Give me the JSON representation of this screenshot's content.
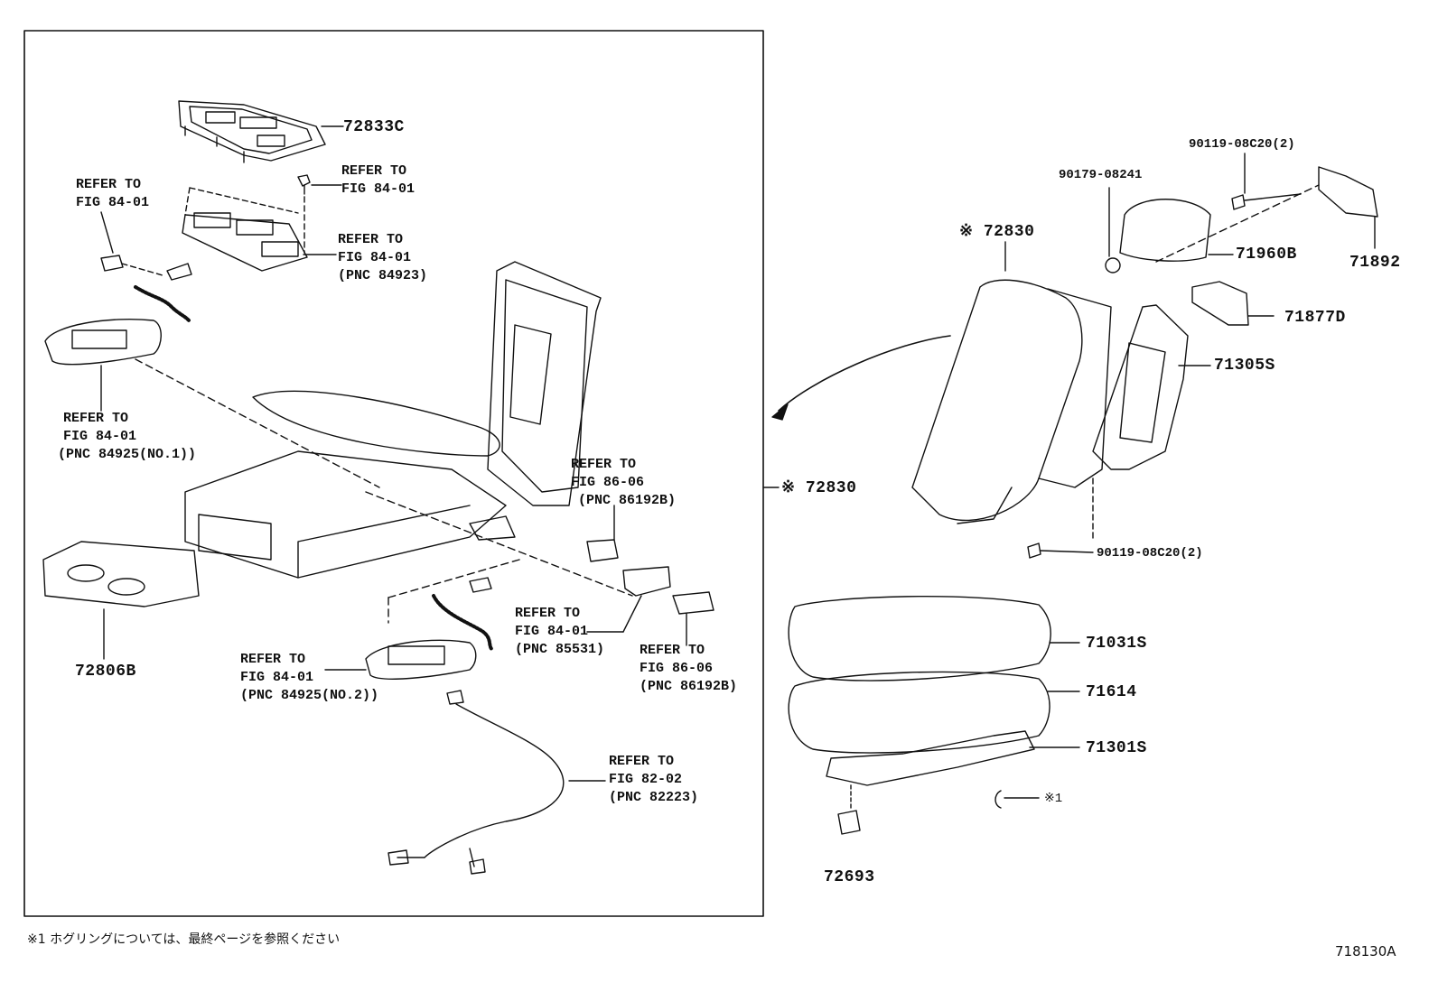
{
  "parts": {
    "p72833c": "72833C",
    "p72806b": "72806B",
    "p72830_center": "※ 72830",
    "p72830_right": "※ 72830",
    "p90179": "90179-08241",
    "p90119_top": "90119-08C20(2)",
    "p71960b": "71960B",
    "p71892": "71892",
    "p71877d": "71877D",
    "p71305s": "71305S",
    "p90119_bottom": "90119-08C20(2)",
    "p71031s": "71031S",
    "p71614": "71614",
    "p71301s": "71301S",
    "hogring": "※1",
    "p72693": "72693"
  },
  "refs": {
    "r1": [
      "REFER TO",
      "FIG 84-01"
    ],
    "r2": [
      "REFER TO",
      "FIG 84-01"
    ],
    "r3": [
      "REFER TO",
      "FIG 84-01",
      "(PNC 84923)"
    ],
    "r4": [
      "REFER TO",
      "FIG 84-01",
      "(PNC 84925(NO.1))"
    ],
    "r5": [
      "REFER TO",
      "FIG 86-06",
      "(PNC 86192B)"
    ],
    "r6": [
      "REFER TO",
      "FIG 84-01",
      "(PNC 85531)"
    ],
    "r7": [
      "REFER TO",
      "FIG 86-06",
      "(PNC 86192B)"
    ],
    "r8": [
      "REFER TO",
      "FIG 84-01",
      "(PNC 84925(NO.2))"
    ],
    "r9": [
      "REFER TO",
      "FIG 82-02",
      "(PNC 82223)"
    ]
  },
  "footnote": "※1  ホグリングについては、最終ページを参照ください",
  "figure_id": "718130A"
}
